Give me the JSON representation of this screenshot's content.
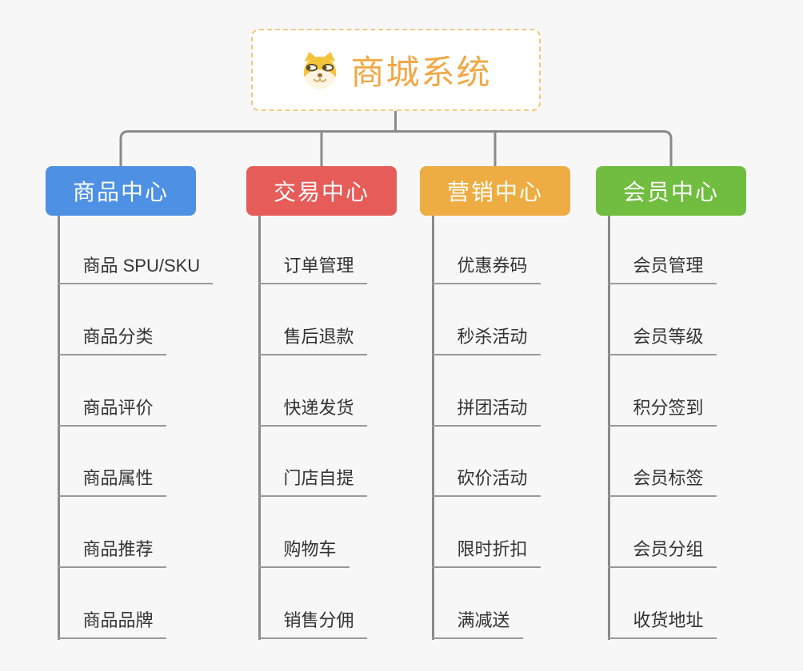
{
  "root": {
    "title": "商城系统",
    "icon": "doge-icon"
  },
  "colors": {
    "root_title": "#f0a845",
    "root_border": "#f3c87d",
    "connector": "#8a8a8a",
    "leaf_underline": "#999999",
    "leaf_text": "#333333",
    "background": "#f7f7f7"
  },
  "branches": [
    {
      "id": "product-center",
      "label": "商品中心",
      "color": "#4e90e4",
      "children": [
        "商品 SPU/SKU",
        "商品分类",
        "商品评价",
        "商品属性",
        "商品推荐",
        "商品品牌"
      ]
    },
    {
      "id": "trade-center",
      "label": "交易中心",
      "color": "#e65c58",
      "children": [
        "订单管理",
        "售后退款",
        "快递发货",
        "门店自提",
        "购物车",
        "销售分佣"
      ]
    },
    {
      "id": "marketing-center",
      "label": "营销中心",
      "color": "#edad42",
      "children": [
        "优惠券码",
        "秒杀活动",
        "拼团活动",
        "砍价活动",
        "限时折扣",
        "满减送"
      ]
    },
    {
      "id": "member-center",
      "label": "会员中心",
      "color": "#70bd40",
      "children": [
        "会员管理",
        "会员等级",
        "积分签到",
        "会员标签",
        "会员分组",
        "收货地址"
      ]
    }
  ]
}
